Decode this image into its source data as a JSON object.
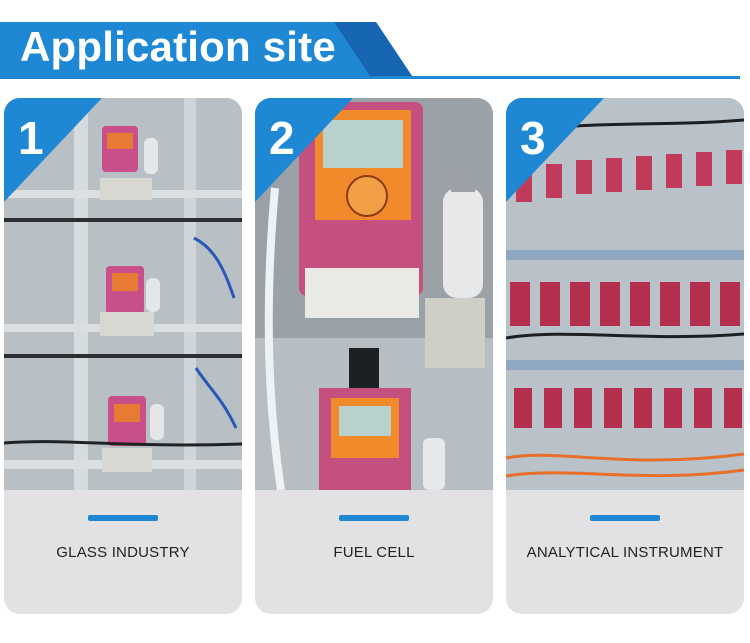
{
  "header": {
    "title": "Application site",
    "colors": {
      "primary": "#1e88d4",
      "dark": "#0f5fa8"
    }
  },
  "cards": [
    {
      "number": "1",
      "caption": "GLASS INDUSTRY"
    },
    {
      "number": "2",
      "caption": "FUEL CELL"
    },
    {
      "number": "3",
      "caption": "ANALYTICAL INSTRUMENT"
    }
  ]
}
